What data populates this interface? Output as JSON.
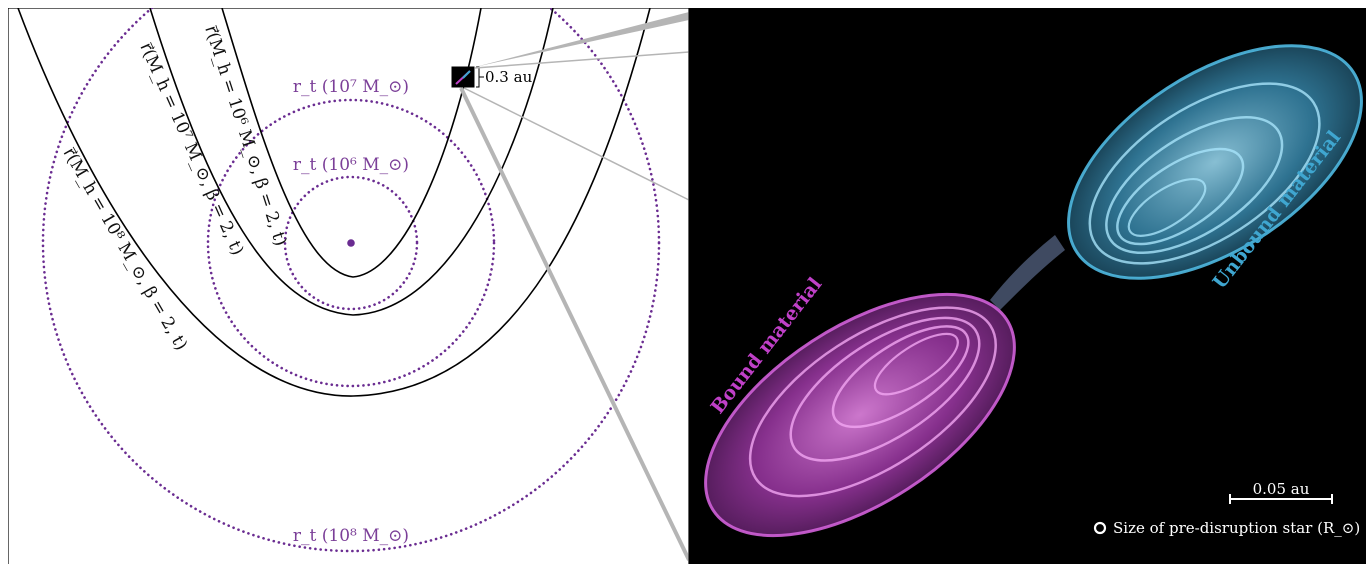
{
  "left_panel": {
    "orbits": [
      {
        "label": "r⃗(M_h = 10⁶ M_⊙, β = 2, t)"
      },
      {
        "label": "r⃗(M_h = 10⁷ M_⊙, β = 2, t)"
      },
      {
        "label": "r⃗(M_h = 10⁸ M_⊙, β = 2, t)"
      }
    ],
    "tidal_radii": [
      {
        "label": "r_t (10⁶ M_⊙)"
      },
      {
        "label": "r_t (10⁷ M_⊙)"
      },
      {
        "label": "r_t (10⁸ M_⊙)"
      }
    ],
    "scale_box_label": "0.3 au",
    "colors": {
      "orbit": "#000000",
      "tidal": "#6a2c91",
      "bh": "#6a2c91"
    }
  },
  "right_panel": {
    "bound_label": "Bound material",
    "unbound_label": "Unbound material",
    "scale_bar_label": "0.05 au",
    "star_legend_label": "Size of pre-disruption star (R_⊙)",
    "colors": {
      "bound": "#c040c8",
      "unbound": "#3fa6d0",
      "background": "#000000"
    }
  }
}
